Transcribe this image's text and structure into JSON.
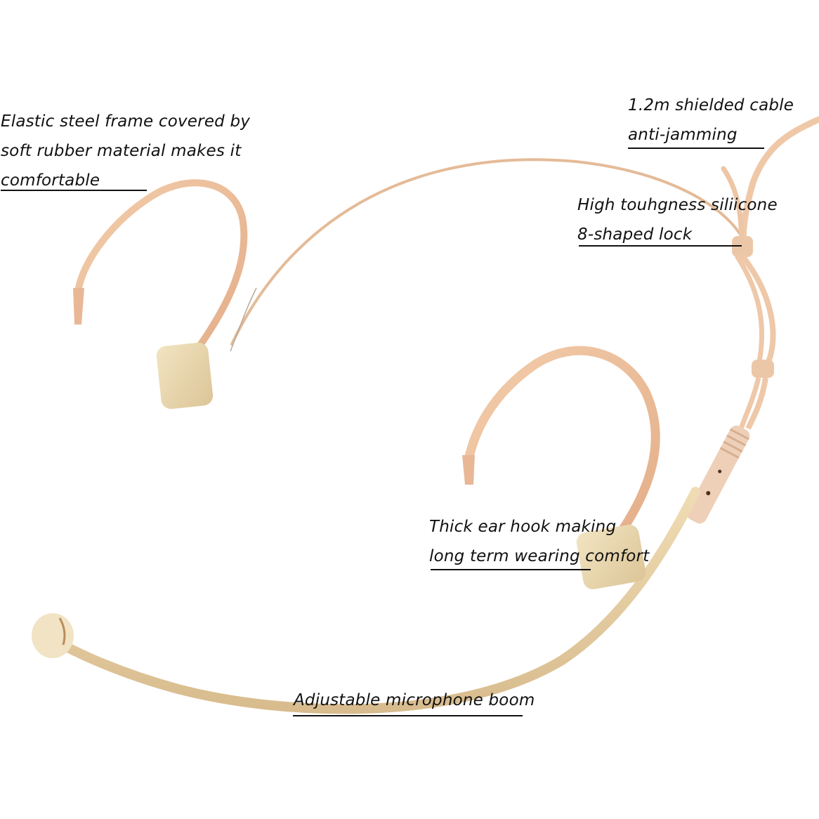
{
  "image": {
    "subject": "headset microphone",
    "background_color": "#ffffff",
    "product_colors": {
      "ear_hook": "#efc3a0",
      "ear_hook_shadow": "#d9a47f",
      "boom": "#e9d3a8",
      "boom_shadow": "#d2b686",
      "pad": "#ecdcb4",
      "connector": "#eed0b8",
      "wire": "#c9a88a"
    }
  },
  "annotations": {
    "frame": {
      "lines": [
        "Elastic steel frame covered by",
        "soft rubber material makes it",
        "comfortable"
      ]
    },
    "cable": {
      "lines": [
        "1.2m shielded cable",
        "anti-jamming"
      ]
    },
    "lock": {
      "lines": [
        "High touhgness siliicone",
        "8-shaped lock"
      ]
    },
    "ear_hook": {
      "lines": [
        "Thick ear hook making",
        "long term wearing comfort"
      ]
    },
    "boom": {
      "lines": [
        "Adjustable microphone boom"
      ]
    }
  }
}
